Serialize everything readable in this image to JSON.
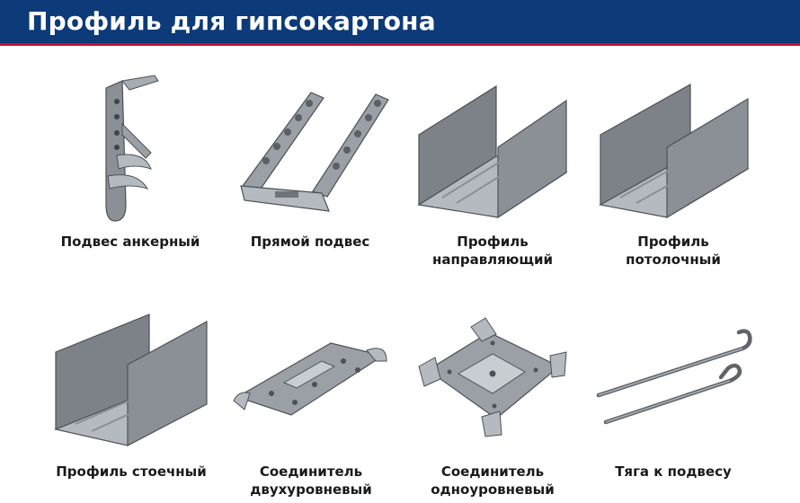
{
  "header": {
    "title": "Профиль для гипсокартона"
  },
  "products": [
    {
      "lines": [
        "Подвес анкерный"
      ],
      "icon": "anchor-hanger-icon"
    },
    {
      "lines": [
        "Прямой подвес"
      ],
      "icon": "direct-hanger-icon"
    },
    {
      "lines": [
        "Профиль",
        "направляющий"
      ],
      "icon": "guide-profile-icon"
    },
    {
      "lines": [
        "Профиль",
        "потолочный"
      ],
      "icon": "ceiling-profile-icon"
    },
    {
      "lines": [
        "Профиль стоечный"
      ],
      "icon": "stud-profile-icon"
    },
    {
      "lines": [
        "Соединитель",
        "двухуровневый"
      ],
      "icon": "two-level-connector-icon"
    },
    {
      "lines": [
        "Соединитель",
        "одноуровневый"
      ],
      "icon": "one-level-connector-icon"
    },
    {
      "lines": [
        "Тяга к подвесу"
      ],
      "icon": "hanger-rod-icon"
    }
  ]
}
